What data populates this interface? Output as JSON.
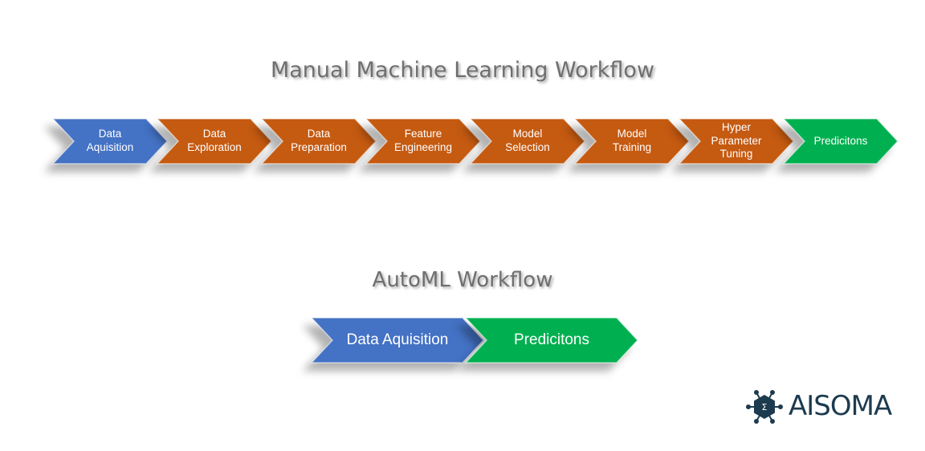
{
  "titles": {
    "manual": "Manual Machine Learning Workflow",
    "automl": "AutoML Workflow"
  },
  "colors": {
    "blue": "#4472c4",
    "orange": "#c55a11",
    "green": "#00b050",
    "title_text": "#6f6f6f",
    "logo": "#1d3b4f"
  },
  "manual_workflow": {
    "steps": [
      {
        "label": "Data\nAquisition",
        "color": "blue"
      },
      {
        "label": "Data\nExploration",
        "color": "orange"
      },
      {
        "label": "Data\nPreparation",
        "color": "orange"
      },
      {
        "label": "Feature\nEngineering",
        "color": "orange"
      },
      {
        "label": "Model\nSelection",
        "color": "orange"
      },
      {
        "label": "Model\nTraining",
        "color": "orange"
      },
      {
        "label": "Hyper\nParameter\nTuning",
        "color": "orange"
      },
      {
        "label": "Predicitons",
        "color": "green"
      }
    ]
  },
  "automl_workflow": {
    "steps": [
      {
        "label": "Data Aquisition",
        "color": "blue"
      },
      {
        "label": "Predicitons",
        "color": "green"
      }
    ]
  },
  "logo": {
    "text": "AISOMA",
    "icon": "aisoma-logo-icon"
  }
}
